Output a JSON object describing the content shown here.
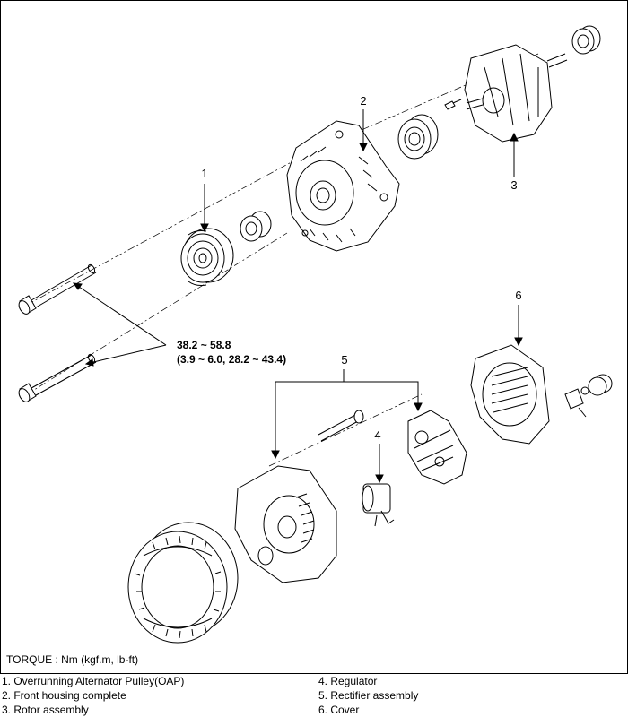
{
  "callouts": {
    "c1": "1",
    "c2": "2",
    "c3": "3",
    "c4": "4",
    "c5": "5",
    "c6": "6"
  },
  "torque": {
    "value_line1": "38.2 ~ 58.8",
    "value_line2": "(3.9 ~ 6.0, 28.2 ~ 43.4)",
    "units_note": "TORQUE : Nm (kgf.m, lb-ft)"
  },
  "legend": [
    "1.  Overrunning Alternator Pulley(OAP)",
    "2.  Front housing complete",
    "3.  Rotor assembly",
    "4.  Regulator",
    "5.  Rectifier assembly",
    "6.  Cover"
  ]
}
